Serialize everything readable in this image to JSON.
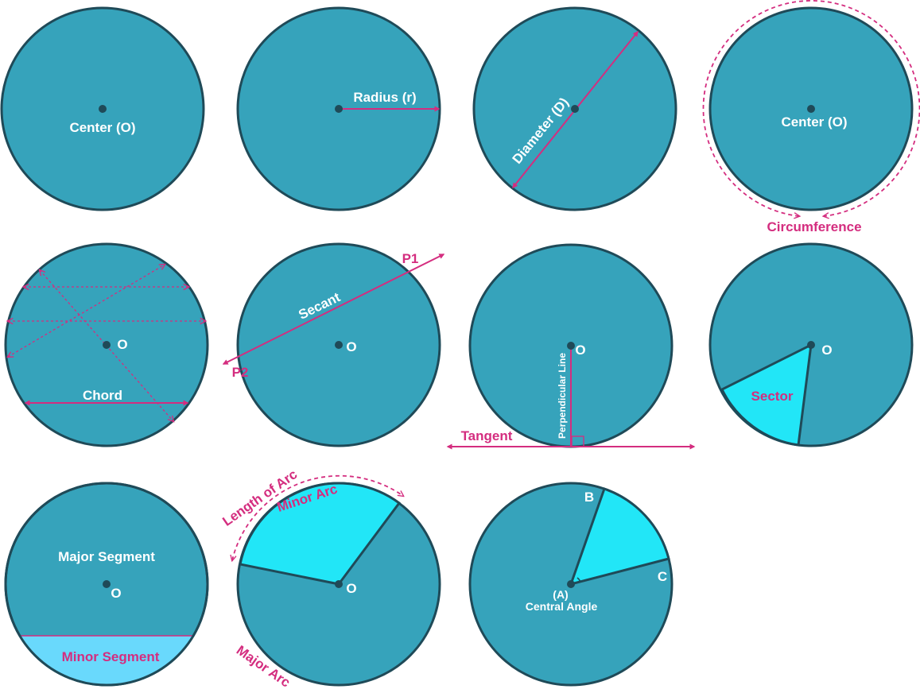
{
  "colors": {
    "circle_fill": "#36a3bb",
    "circle_stroke": "#1f4a58",
    "accent": "#d42d7f",
    "highlight": "#22e6f7",
    "minor_segment": "#69d9fc",
    "label_white": "#ffffff",
    "dot": "#1f4a58"
  },
  "labels": {
    "center1": "Center (O)",
    "radius": "Radius (r)",
    "diameter": "Diameter (D)",
    "center2": "Center (O)",
    "circumference": "Circumference",
    "chord_o": "O",
    "chord": "Chord",
    "secant": "Secant",
    "p1": "P1",
    "p2": "P2",
    "secant_o": "O",
    "tangent_o": "O",
    "perpendicular": "Perpendicular Line",
    "tangent": "Tangent",
    "sector_o": "O",
    "sector": "Sector",
    "major_segment": "Major Segment",
    "segment_o": "O",
    "minor_segment": "Minor Segment",
    "length_of_arc": "Length of Arc",
    "minor_arc": "Minor Arc",
    "arc_o": "O",
    "major_arc": "Major Arc",
    "angle_b": "B",
    "angle_c": "C",
    "angle_a": "(A)",
    "central_angle": "Central Angle"
  }
}
